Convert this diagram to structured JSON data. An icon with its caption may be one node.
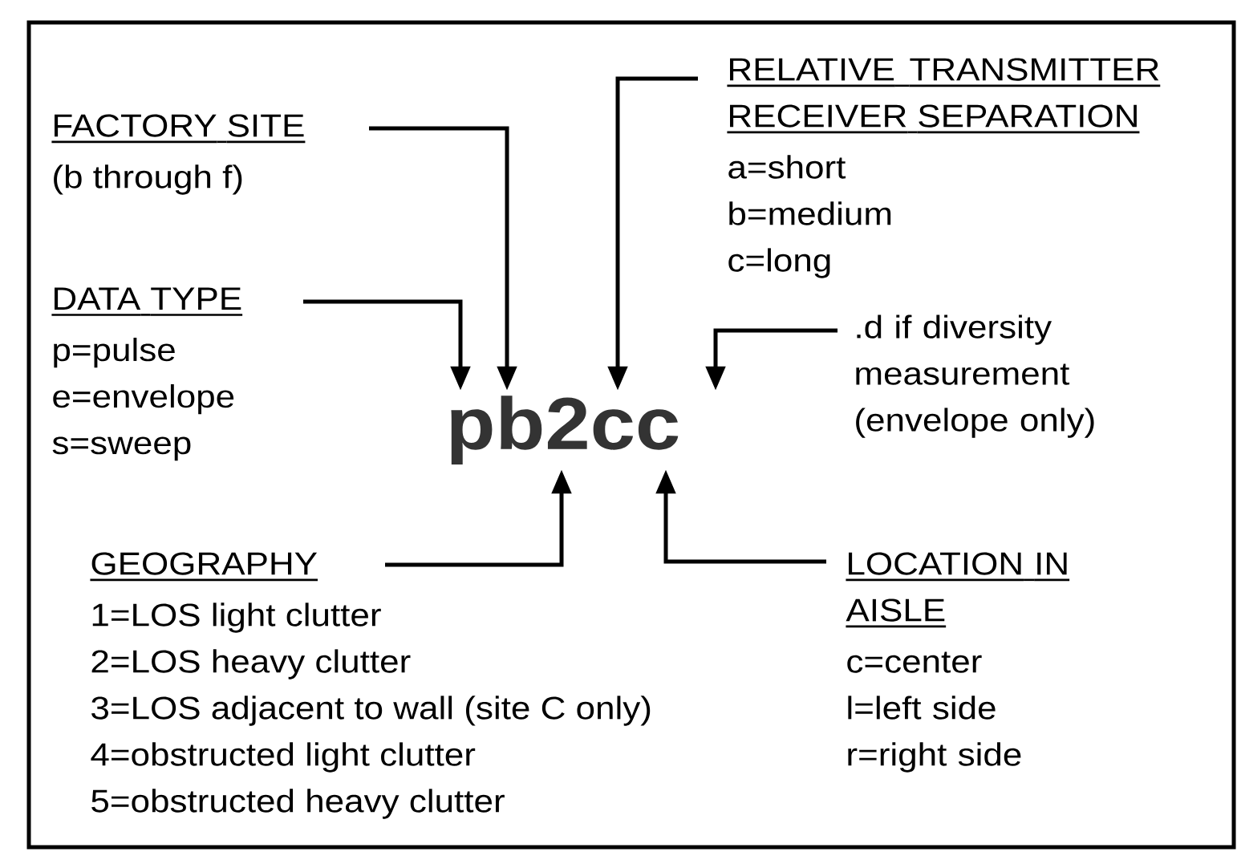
{
  "diagram": {
    "nodes": [
      {
        "text": [
          "FACTORY SITE",
          "(b through f)"
        ]
      },
      {
        "text": [
          "RELATIVE TRANSMITTER RECEIVER SEPARATION",
          "a=short",
          "b=medium",
          "c=long"
        ]
      },
      {
        "text": [
          "DATA TYPE",
          "p=pulse",
          "e=envelope",
          "s=sweep"
        ]
      },
      {
        "text": [
          "pb2cc"
        ]
      },
      {
        "text": [
          ".d if diversity measurement (envelope only)"
        ]
      },
      {
        "text": [
          "GEOGRAPHY",
          "1=LOS light clutter",
          "2=LOS heavy clutter",
          "3=LOS adjacent to wall (site C only)",
          "4=obstructed light clutter",
          "5=obstructed heavy clutter"
        ]
      },
      {
        "text": [
          "LOCATION IN AISLE",
          "c=center",
          "l=left side",
          "r=right side"
        ]
      }
    ],
    "edges": [
      {
        "from": 2,
        "to": 3,
        "arrow": "to"
      },
      {
        "from": 0,
        "to": 3,
        "arrow": "to"
      },
      {
        "from": 1,
        "to": 3,
        "arrow": "to"
      },
      {
        "from": 4,
        "to": 3,
        "arrow": "to"
      },
      {
        "from": 5,
        "to": 3,
        "arrow": "to"
      },
      {
        "from": 6,
        "to": 3,
        "arrow": "to"
      }
    ]
  }
}
